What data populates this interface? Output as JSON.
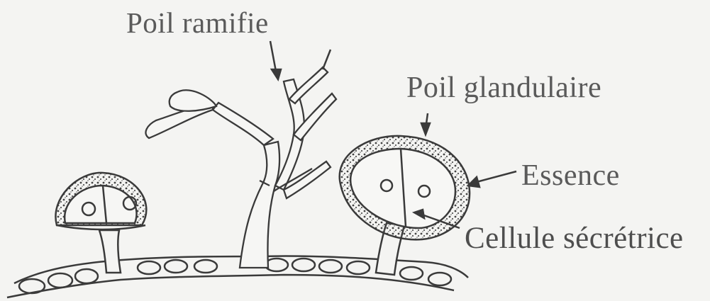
{
  "labels": {
    "poil_ramifie": "Poil ramifie",
    "poil_glandulaire": "Poil glandulaire",
    "essence": "Essence",
    "cellule_secretrice": "Cellule sécrétrice"
  },
  "colors": {
    "background": "#f4f4f2",
    "ink": "#3a3a3a",
    "label_text": "#5a5a5a"
  }
}
